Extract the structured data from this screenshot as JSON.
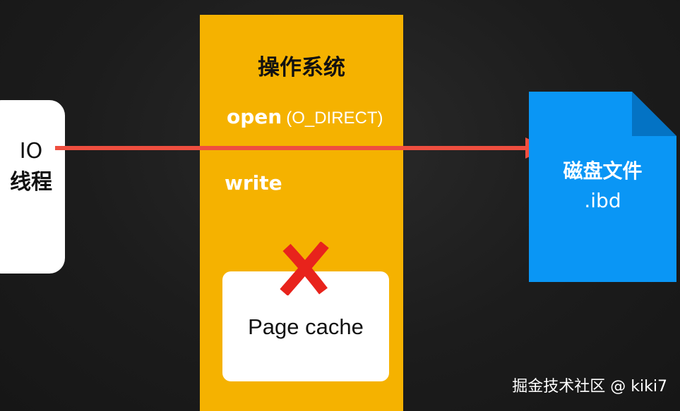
{
  "io_thread": {
    "line1": "IO",
    "line2": "线程"
  },
  "os": {
    "title": "操作系统",
    "open_keyword": "open",
    "open_arg": "(O_DIRECT)",
    "write_keyword": "write",
    "page_cache_label": "Page cache",
    "cross_icon": "red-x-icon"
  },
  "file": {
    "name_line1": "磁盘文件",
    "name_line2": ".ibd"
  },
  "watermark": "掘金技术社区 @ kiki7",
  "colors": {
    "background": "#1c1c1c",
    "os_panel": "#f5b200",
    "arrow": "#ef4e3f",
    "file": "#0a96f5",
    "file_fold": "#0473c4",
    "cross": "#e8231c"
  }
}
